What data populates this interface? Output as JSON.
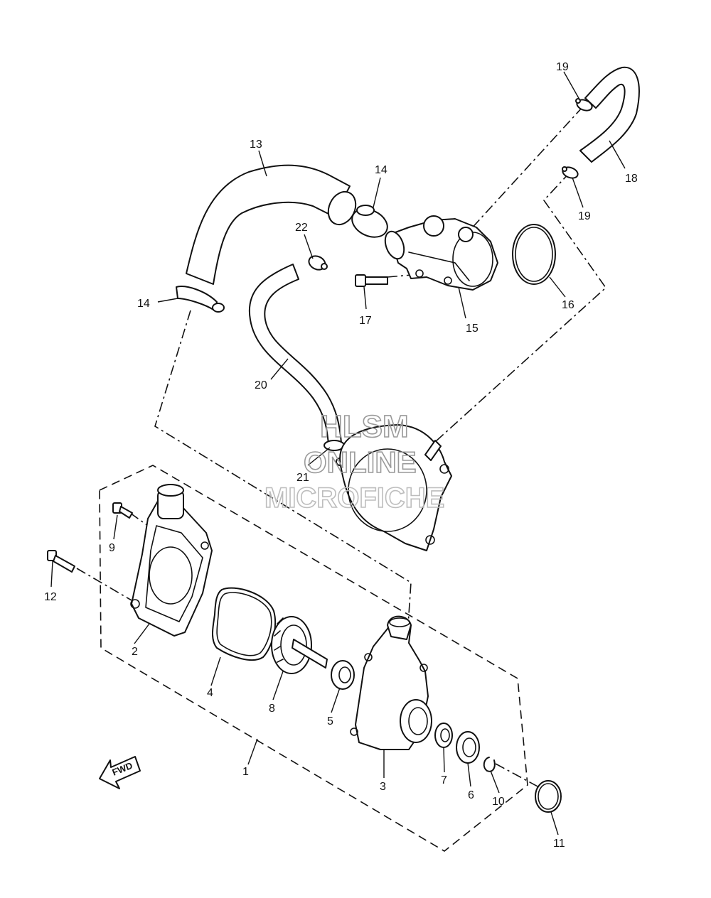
{
  "callouts": {
    "c1": "1",
    "c2": "2",
    "c3": "3",
    "c4": "4",
    "c5": "5",
    "c6": "6",
    "c7": "7",
    "c8": "8",
    "c9": "9",
    "c10": "10",
    "c11": "11",
    "c12": "12",
    "c13": "13",
    "c14a": "14",
    "c14b": "14",
    "c15": "15",
    "c16": "16",
    "c17": "17",
    "c18": "18",
    "c19a": "19",
    "c19b": "19",
    "c20": "20",
    "c21": "21",
    "c22": "22"
  },
  "watermark": {
    "line1": "HLSM",
    "line2": "ONLINE",
    "line3": "MICROFICHE"
  },
  "fwd_arrow": {
    "label": "FWD"
  }
}
